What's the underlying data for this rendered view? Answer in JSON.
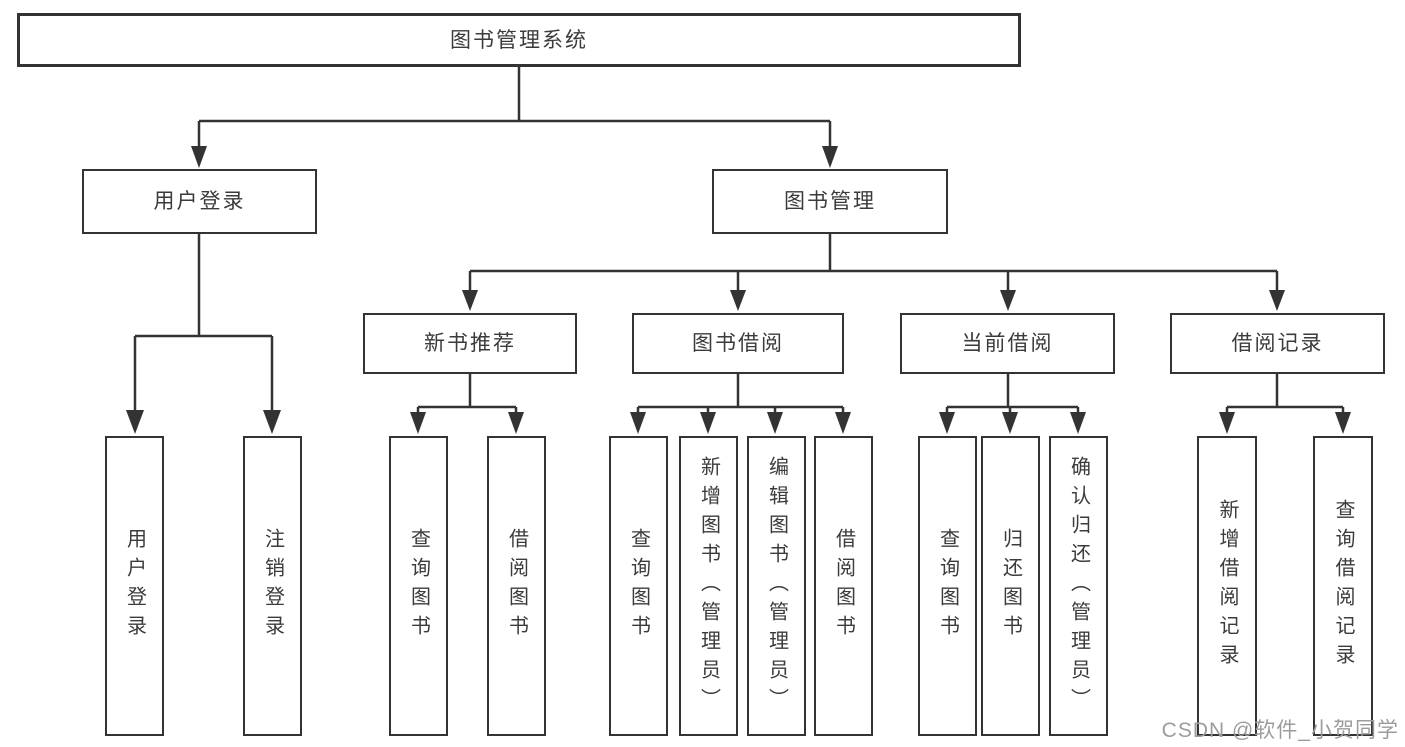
{
  "diagram": {
    "root": "图书管理系统",
    "level2": {
      "user_login": "用户登录",
      "book_mgmt": "图书管理"
    },
    "level3": {
      "new_rec": "新书推荐",
      "borrow": "图书借阅",
      "current": "当前借阅",
      "records": "借阅记录"
    },
    "leaves": {
      "user_login": "用户登录",
      "logout": "注销登录",
      "rec_query": "查询图书",
      "rec_borrow": "借阅图书",
      "bb_query": "查询图书",
      "bb_add": "新增图书（管理员）",
      "bb_edit": "编辑图书（管理员）",
      "bb_borrow": "借阅图书",
      "cb_query": "查询图书",
      "cb_return": "归还图书",
      "cb_confirm": "确认归还（管理员）",
      "br_add": "新增借阅记录",
      "br_query": "查询借阅记录"
    },
    "line_color": "#333333"
  },
  "watermark": "CSDN @软件_小贺同学"
}
